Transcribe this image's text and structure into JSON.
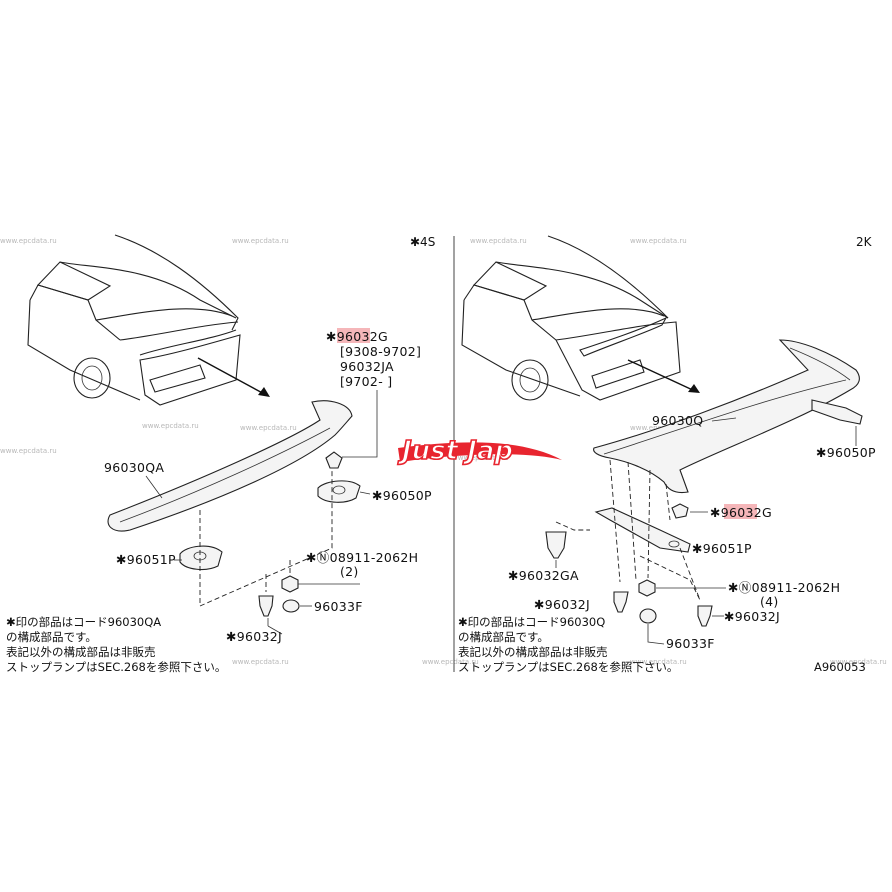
{
  "watermark": "www.epcdata.ru",
  "logo_text": "Just Jap",
  "left_panel": {
    "corner_label": "✱4S",
    "callout_part": "✱96032G",
    "callout_date_1": "[9308-9702]",
    "callout_alt_part": "96032JA",
    "callout_date_2": "[9702-    ]",
    "spoiler": "96030QA",
    "bracket": "✱96050P",
    "pad": "✱96051P",
    "nut_code": "✱Ⓝ08911-2062H",
    "nut_qty": "(2)",
    "grommet": "96033F",
    "clip": "✱96032J",
    "note_line_1": "✱印の部品はコード96030QA",
    "note_line_2": "の構成部品です。",
    "note_line_3": "表記以外の構成部品は非販売",
    "note_line_4": "ストップランプはSEC.268を参照下さい。"
  },
  "right_panel": {
    "corner_label": "2K",
    "spoiler": "96030Q",
    "bracket": "✱96050P",
    "callout_part": "✱96032G",
    "pad": "✱96051P",
    "clip_ga": "✱96032GA",
    "nut_code": "✱Ⓝ08911-2062H",
    "nut_qty": "(4)",
    "clip_left": "✱96032J",
    "clip_right": "✱96032J",
    "grommet": "96033F",
    "note_line_1": "✱印の部品はコード96030Q",
    "note_line_2": "の構成部品です。",
    "note_line_3": "表記以外の構成部品は非販売",
    "note_line_4": "ストップランプはSEC.268を参照下さい。",
    "diagram_id": "A960053"
  },
  "colors": {
    "highlight": "#f3a9ad",
    "logo_red": "#e8252f"
  }
}
